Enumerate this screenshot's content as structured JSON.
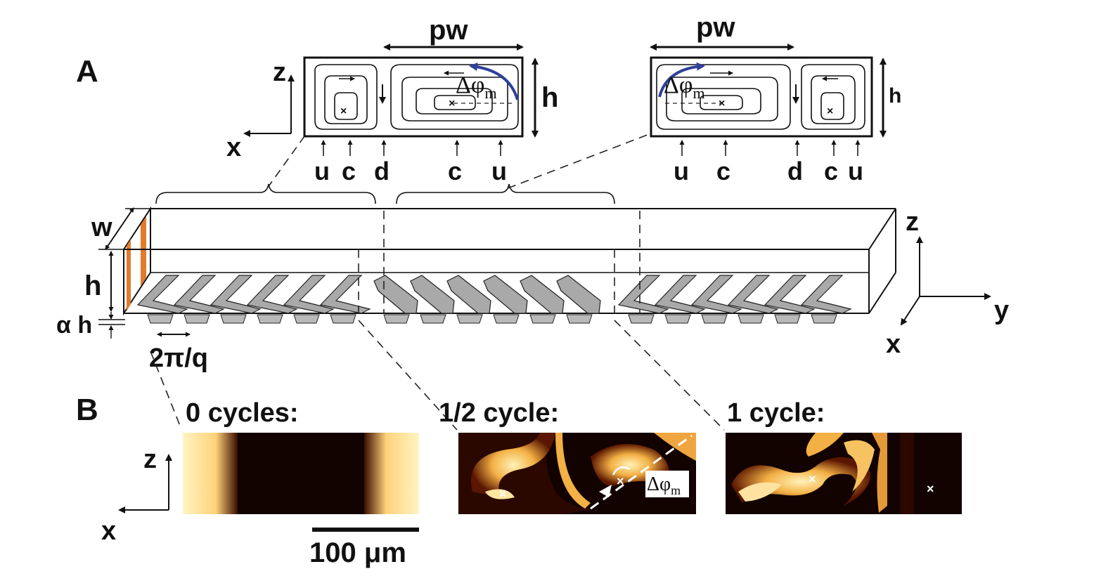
{
  "panel_a": {
    "label": "A",
    "left_cross_section": {
      "width_label": "pw",
      "height_label": "h",
      "angle_label": "Δφ",
      "angle_subscript": "m",
      "axis_vertical": "z",
      "axis_horizontal": "x",
      "markers": [
        "u",
        "c",
        "d",
        "c",
        "u"
      ]
    },
    "right_cross_section": {
      "width_label": "pw",
      "height_label": "h",
      "angle_label": "Δφ",
      "angle_subscript": "m",
      "markers": [
        "u",
        "c",
        "d",
        "c",
        "u"
      ]
    },
    "channel": {
      "width_label": "w",
      "height_label": "h",
      "groove_depth_label": "α h",
      "period_label": "2π/q",
      "axis_z": "z",
      "axis_y": "y",
      "axis_x": "x",
      "color_groove": "#a9a9a9",
      "color_end": "#e07b2c"
    }
  },
  "panel_b": {
    "label": "B",
    "axis_vertical": "z",
    "axis_horizontal": "x",
    "scale_bar_label": "100 μm",
    "images": [
      {
        "title": "0 cycles:"
      },
      {
        "title": "1/2 cycle:",
        "angle_label": "Δφ",
        "angle_subscript": "m"
      },
      {
        "title": "1 cycle:"
      }
    ]
  }
}
